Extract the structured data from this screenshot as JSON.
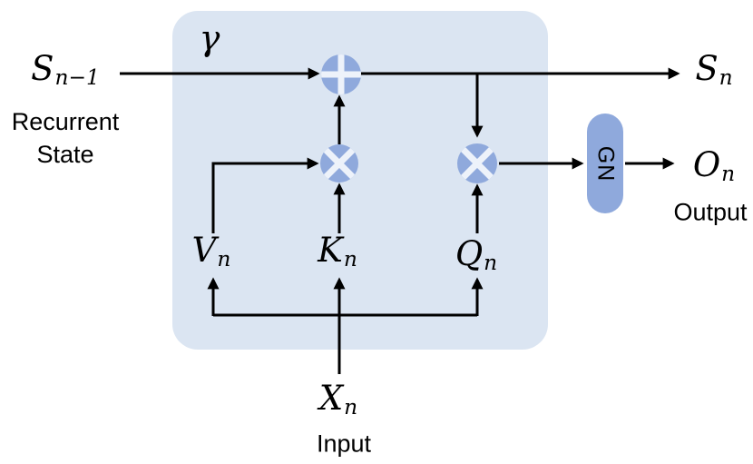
{
  "diagram": {
    "title_hint": "recurrent linear-attention cell",
    "colors": {
      "background": "#ffffff",
      "cell_box": "#dbe5f2",
      "node_fill": "#8fa9dc",
      "node_cross": "#edf2fa",
      "groupnorm_pill": "#8fa9dc",
      "line": "#000000",
      "text": "#000000"
    },
    "labels": {
      "prev_state": {
        "base": "S",
        "sub": "n−1"
      },
      "prev_state_caption": "Recurrent\nState",
      "decay": "γ",
      "next_state": {
        "base": "S",
        "sub": "n"
      },
      "value": {
        "base": "V",
        "sub": "n"
      },
      "key": {
        "base": "K",
        "sub": "n"
      },
      "query": {
        "base": "Q",
        "sub": "n"
      },
      "input": {
        "base": "X",
        "sub": "n"
      },
      "input_caption": "Input",
      "groupnorm": "GN",
      "output": {
        "base": "O",
        "sub": "n"
      },
      "output_caption": "Output"
    },
    "operators": [
      {
        "id": "add-node",
        "type": "add",
        "symbol": "⊕"
      },
      {
        "id": "multiply-node-kv",
        "type": "multiply",
        "symbol": "⊗"
      },
      {
        "id": "multiply-node-q",
        "type": "multiply",
        "symbol": "⊗"
      }
    ],
    "connections": [
      {
        "from": "S_{n-1}",
        "to": "add-node",
        "edge_label": "γ"
      },
      {
        "from": "add-node",
        "to": "S_n"
      },
      {
        "from": "add-node output line",
        "to": "multiply-node-q"
      },
      {
        "from": "multiply-node-kv",
        "to": "add-node"
      },
      {
        "from": "V_n",
        "to": "multiply-node-kv"
      },
      {
        "from": "K_n",
        "to": "multiply-node-kv"
      },
      {
        "from": "Q_n",
        "to": "multiply-node-q"
      },
      {
        "from": "multiply-node-q",
        "to": "GN"
      },
      {
        "from": "GN",
        "to": "O_n"
      },
      {
        "from": "X_n",
        "to": "V_n"
      },
      {
        "from": "X_n",
        "to": "K_n"
      },
      {
        "from": "X_n",
        "to": "Q_n"
      }
    ]
  }
}
